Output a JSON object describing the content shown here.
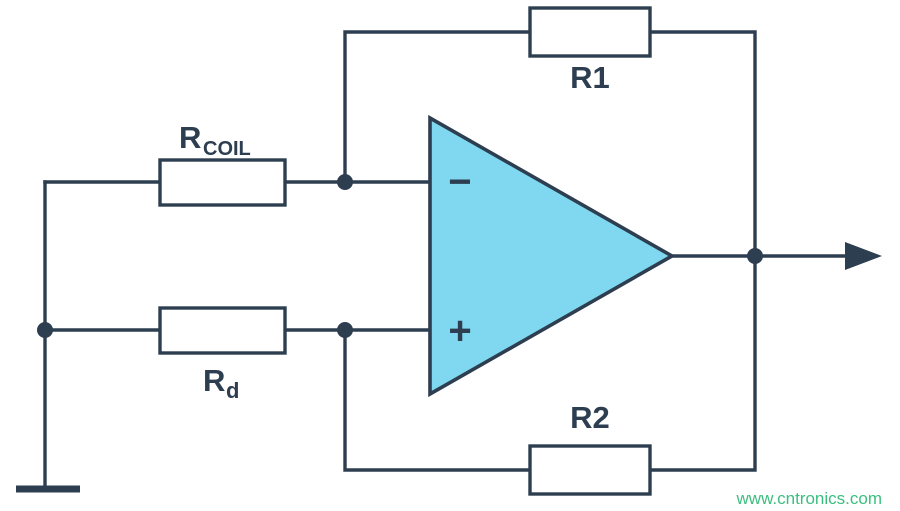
{
  "diagram": {
    "labels": {
      "r1": "R1",
      "r2": "R2",
      "rcoil_main": "R",
      "rcoil_sub": "COIL",
      "rd_main": "R",
      "rd_sub": "d",
      "minus": "−",
      "plus": "+"
    },
    "watermark": "www.cntronics.com",
    "colors": {
      "wire": "#2d3e50",
      "opamp_fill": "#7fd8f0",
      "box_fill": "#ffffff",
      "background": "#ffffff",
      "watermark": "#3cbe80"
    }
  }
}
